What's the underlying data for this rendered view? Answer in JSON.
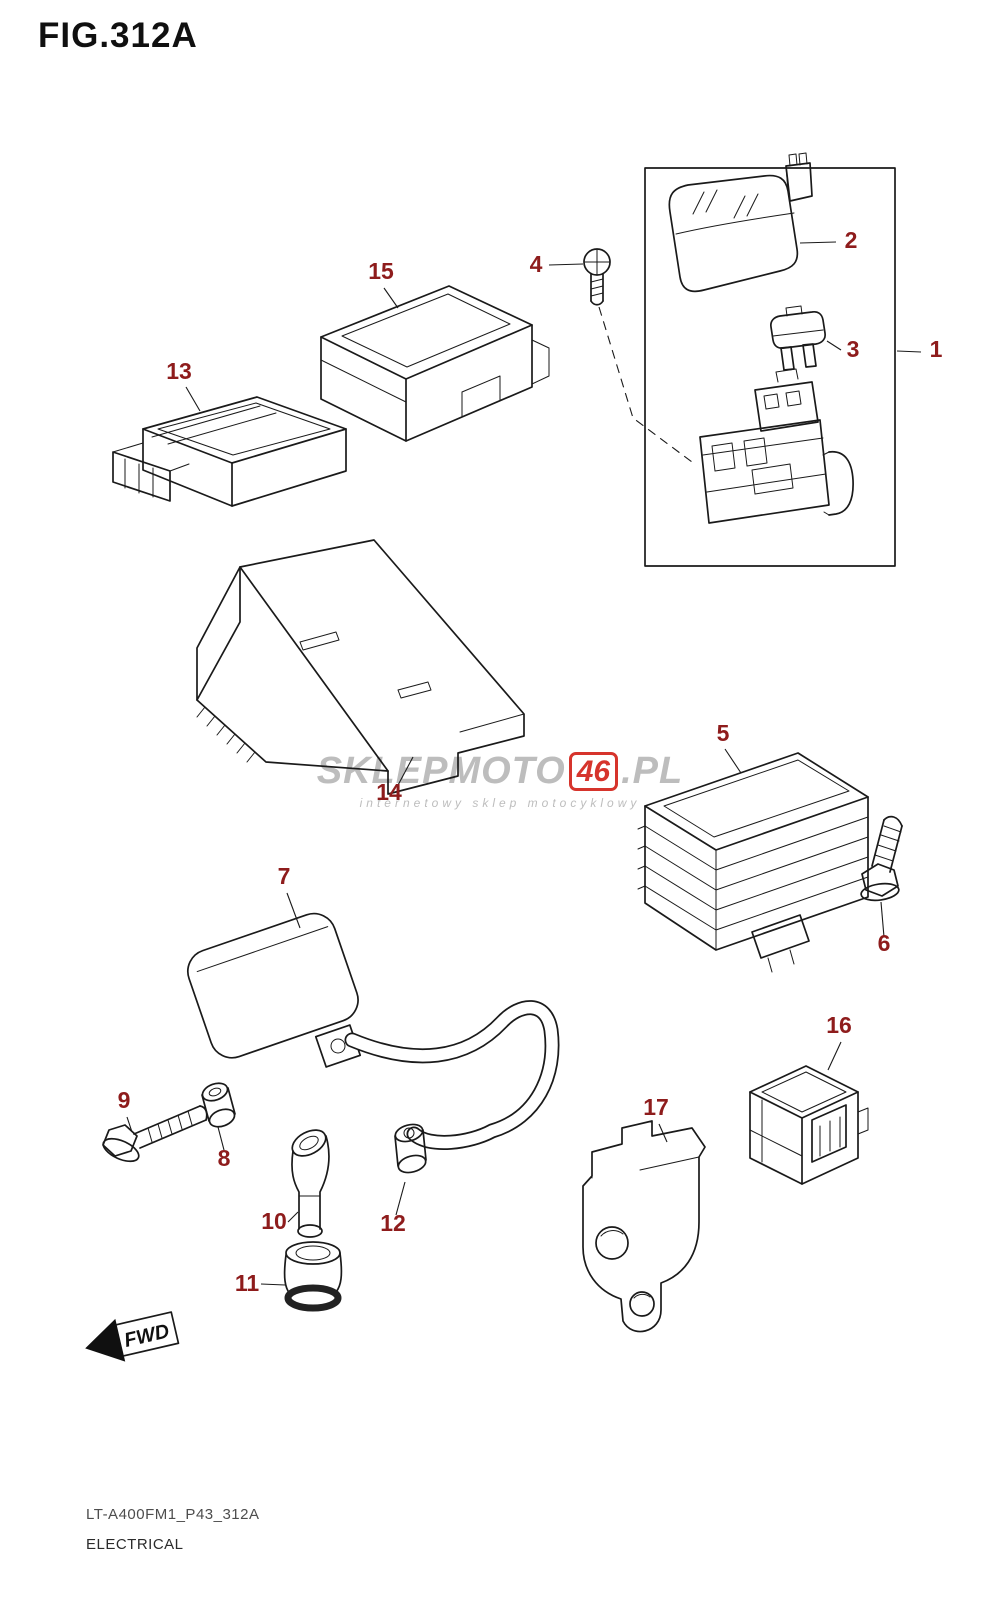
{
  "theme": {
    "line_color": "#1a1a1a",
    "label_color": "#8e1c1c",
    "watermark_accent": "#d6342c",
    "watermark_gray": "#bdbdbd",
    "background": "#ffffff"
  },
  "page": {
    "title": "FIG.312A",
    "footer_code": "LT-A400FM1_P43_312A",
    "footer_caption": "ELECTRICAL",
    "fwd_label": "FWD"
  },
  "watermark": {
    "brand_left": "SKLEPMOTO",
    "brand_mid": "46",
    "brand_right": ".PL",
    "tagline": "internetowy sklep motocyklowy"
  },
  "diagram": {
    "labels": [
      "1",
      "2",
      "3",
      "4",
      "5",
      "6",
      "7",
      "8",
      "9",
      "10",
      "11",
      "12",
      "13",
      "14",
      "15",
      "16",
      "17"
    ]
  }
}
